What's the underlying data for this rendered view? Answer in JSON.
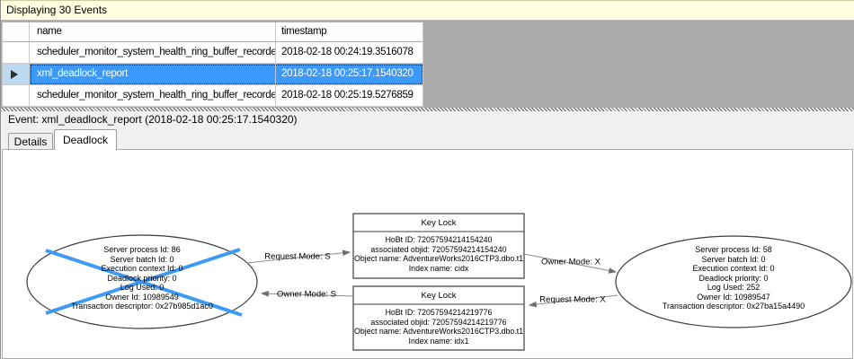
{
  "header": {
    "title": "Displaying 30 Events"
  },
  "table": {
    "columns": [
      "name",
      "timestamp"
    ],
    "rows": [
      {
        "name": "scheduler_monitor_system_health_ring_buffer_recorded",
        "timestamp": "2018-02-18 00:24:19.3516078",
        "selected": false
      },
      {
        "name": "xml_deadlock_report",
        "timestamp": "2018-02-18 00:25:17.1540320",
        "selected": true
      },
      {
        "name": "scheduler_monitor_system_health_ring_buffer_recorded",
        "timestamp": "2018-02-18 00:25:19.5276859",
        "selected": false
      }
    ]
  },
  "event_bar": {
    "text": "Event: xml_deadlock_report (2018-02-18 00:25:17.1540320)"
  },
  "tabs": [
    {
      "label": "Details",
      "active": false
    },
    {
      "label": "Deadlock",
      "active": true
    }
  ],
  "deadlock_graph": {
    "processes": [
      {
        "side": "left",
        "victim": true,
        "lines": [
          "Server process Id: 86",
          "Server batch Id: 0",
          "Execution context Id: 0",
          "Deadlock priority: 0",
          "Log Used: 0",
          "Owner Id: 10989549",
          "Transaction descriptor: 0x27b985d1ac0"
        ]
      },
      {
        "side": "right",
        "victim": false,
        "lines": [
          "Server process Id: 58",
          "Server batch Id: 0",
          "Execution context Id: 0",
          "Deadlock priority: 0",
          "Log Used: 252",
          "Owner Id: 10989547",
          "Transaction descriptor: 0x27ba15a4490"
        ]
      }
    ],
    "resources": [
      {
        "title": "Key Lock",
        "lines": [
          "HoBt ID: 72057594214154240",
          "associated objid: 72057594214154240",
          "Object name: AdventureWorks2016CTP3.dbo.t1",
          "Index name: cidx"
        ]
      },
      {
        "title": "Key Lock",
        "lines": [
          "HoBt ID: 72057594214219776",
          "associated objid: 72057594214219776",
          "Object name: AdventureWorks2016CTP3.dbo.t1",
          "Index name: idx1"
        ]
      }
    ],
    "edges": [
      {
        "label": "Request Mode: S"
      },
      {
        "label": "Owner Mode: S"
      },
      {
        "label": "Owner Mode: X"
      },
      {
        "label": "Request Mode: X"
      }
    ]
  },
  "colors": {
    "selection_blue": "#3B99FC",
    "status_bar_yellow": "#FFFFE1",
    "grid_empty_gray": "#ABABAB",
    "victim_cross_blue": "#3D9AF5",
    "edge_gray": "#8C8C8C"
  }
}
